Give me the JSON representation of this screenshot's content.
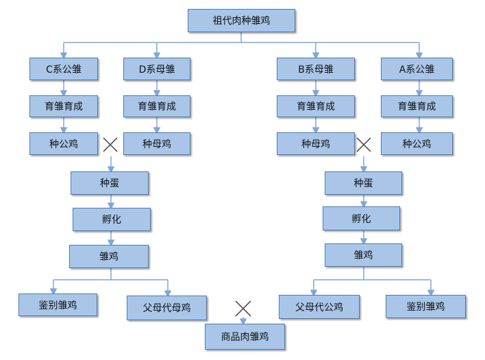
{
  "root": "祖代肉种雏鸡",
  "lines": {
    "c_male": "C系公雏",
    "d_female": "D系母雏",
    "b_female": "B系母雏",
    "a_male": "A系公雏"
  },
  "rearing": "育雏育成",
  "male_breeder": "种公鸡",
  "female_breeder": "种母鸡",
  "egg": "种蛋",
  "hatch": "孵化",
  "chick": "雏鸡",
  "sexing": "鉴别雏鸡",
  "parent_female": "父母代母鸡",
  "parent_male": "父母代公鸡",
  "commercial": "商品肉雏鸡",
  "cross_symbol": "×",
  "colors": {
    "box_fill": "#a9c6e8",
    "box_border": "#4a7ab8",
    "arrow": "#7ea6d8"
  }
}
